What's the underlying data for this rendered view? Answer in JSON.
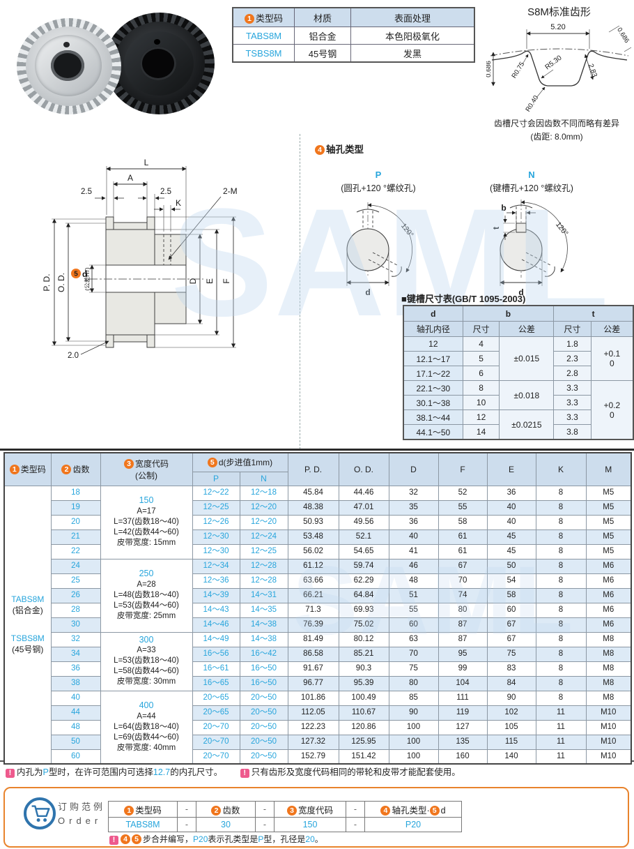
{
  "accent_color": "#27a5dc",
  "badge_color": "#f0761d",
  "watermark": "SAML",
  "spec_table": {
    "badge": "1",
    "headers": [
      "类型码",
      "材质",
      "表面处理"
    ],
    "rows": [
      {
        "code": "TABS8M",
        "material": "铝合金",
        "finish": "本色阳极氧化"
      },
      {
        "code": "TSBS8M",
        "material": "45号钢",
        "finish": "发黑"
      }
    ]
  },
  "tooth_profile": {
    "title": "S8M标准齿形",
    "pitch": "5.20",
    "depth_left": "0.686",
    "depth_right": "0.686",
    "r_top": "R0.75",
    "r_flank": "R5.30",
    "height": "2.83",
    "r_bottom": "R0.40",
    "note1": "齿槽尺寸会因齿数不同而略有差异",
    "note2": "(齿距: 8.0mm)"
  },
  "drawing": {
    "l": "L",
    "a": "A",
    "left_25": "2.5",
    "right_25": "2.5",
    "k": "K",
    "m2": "2-M",
    "pd": "P. D.",
    "od": "O. D.",
    "d_badge": "5",
    "d": "d",
    "d_tol": "(公差H7)",
    "big_d": "D",
    "e": "E",
    "f": "F",
    "chamfer": "2.0"
  },
  "hole_types": {
    "badge": "4",
    "title": "轴孔类型",
    "p_label": "P",
    "p_desc": "(圆孔+120 °螺纹孔)",
    "n_label": "N",
    "n_desc": "(键槽孔+120 °螺纹孔)",
    "angle": "120°",
    "d": "d",
    "b": "b",
    "t": "t"
  },
  "keyway_table": {
    "title": "■键槽尺寸表(GB/T 1095-2003)",
    "col_d": "d",
    "col_d_sub": "轴孔内径",
    "col_b": "b",
    "col_t": "t",
    "col_size": "尺寸",
    "col_tol": "公差",
    "rows": [
      {
        "d": "12",
        "b": "4",
        "t": "1.8"
      },
      {
        "d": "12.1～17",
        "b": "5",
        "t": "2.3"
      },
      {
        "d": "17.1～22",
        "b": "6",
        "t": "2.8"
      },
      {
        "d": "22.1～30",
        "b": "8",
        "t": "3.3"
      },
      {
        "d": "30.1～38",
        "b": "10",
        "t": "3.3"
      },
      {
        "d": "38.1～44",
        "b": "12",
        "t": "3.3"
      },
      {
        "d": "44.1～50",
        "b": "14",
        "t": "3.8"
      }
    ],
    "b_tols": [
      {
        "start": 0,
        "span": 3,
        "v": "±0.015"
      },
      {
        "start": 3,
        "span": 2,
        "v": "±0.018"
      },
      {
        "start": 5,
        "span": 2,
        "v": "±0.0215"
      }
    ],
    "t_tols": [
      {
        "start": 0,
        "span": 3,
        "v1": "+0.1",
        "v2": "0"
      },
      {
        "start": 3,
        "span": 4,
        "v1": "+0.2",
        "v2": "0"
      }
    ]
  },
  "main_table": {
    "headers": {
      "type_badge": "1",
      "type": "类型码",
      "teeth_badge": "2",
      "teeth": "齿数",
      "width_badge": "3",
      "width": "宽度代码",
      "width_sub": "(公制)",
      "d_badge": "5",
      "d": "d(步进值1mm)",
      "p": "P",
      "n": "N",
      "pd": "P. D.",
      "od": "O. D.",
      "big_d": "D",
      "f": "F",
      "e": "E",
      "k": "K",
      "m": "M"
    },
    "type_code_lines": [
      {
        "text": "TABS8M",
        "accent": true
      },
      {
        "text": "(铝合金)"
      },
      {
        "text": "TSBS8M",
        "accent": true,
        "gap": true
      },
      {
        "text": "(45号钢)"
      }
    ],
    "width_groups": [
      {
        "start": 0,
        "rows": 5,
        "code": "150",
        "lines": [
          "A=17",
          "L=37(齿数18～40)",
          "L=42(齿数44～60)",
          "皮带宽度: 15mm"
        ]
      },
      {
        "start": 5,
        "rows": 5,
        "code": "250",
        "lines": [
          "A=28",
          "L=48(齿数18～40)",
          "L=53(齿数44～60)",
          "皮带宽度: 25mm"
        ]
      },
      {
        "start": 10,
        "rows": 4,
        "code": "300",
        "lines": [
          "A=33",
          "L=53(齿数18～40)",
          "L=58(齿数44～60)",
          "皮带宽度: 30mm"
        ]
      },
      {
        "start": 14,
        "rows": 5,
        "code": "400",
        "lines": [
          "A=44",
          "L=64(齿数18～40)",
          "L=69(齿数44～60)",
          "皮带宽度: 40mm"
        ]
      }
    ],
    "rows": [
      {
        "teeth": "18",
        "p": "12～22",
        "n": "12～18",
        "pd": "45.84",
        "od": "44.46",
        "d": "32",
        "f": "52",
        "e": "36",
        "k": "8",
        "m": "M5"
      },
      {
        "teeth": "19",
        "p": "12～25",
        "n": "12～20",
        "pd": "48.38",
        "od": "47.01",
        "d": "35",
        "f": "55",
        "e": "40",
        "k": "8",
        "m": "M5"
      },
      {
        "teeth": "20",
        "p": "12～26",
        "n": "12～20",
        "pd": "50.93",
        "od": "49.56",
        "d": "36",
        "f": "58",
        "e": "40",
        "k": "8",
        "m": "M5"
      },
      {
        "teeth": "21",
        "p": "12～30",
        "n": "12～24",
        "pd": "53.48",
        "od": "52.1",
        "d": "40",
        "f": "61",
        "e": "45",
        "k": "8",
        "m": "M5"
      },
      {
        "teeth": "22",
        "p": "12～30",
        "n": "12～25",
        "pd": "56.02",
        "od": "54.65",
        "d": "41",
        "f": "61",
        "e": "45",
        "k": "8",
        "m": "M5"
      },
      {
        "teeth": "24",
        "p": "12～34",
        "n": "12～28",
        "pd": "61.12",
        "od": "59.74",
        "d": "46",
        "f": "67",
        "e": "50",
        "k": "8",
        "m": "M6"
      },
      {
        "teeth": "25",
        "p": "12～36",
        "n": "12～28",
        "pd": "63.66",
        "od": "62.29",
        "d": "48",
        "f": "70",
        "e": "54",
        "k": "8",
        "m": "M6"
      },
      {
        "teeth": "26",
        "p": "14～39",
        "n": "14～31",
        "pd": "66.21",
        "od": "64.84",
        "d": "51",
        "f": "74",
        "e": "58",
        "k": "8",
        "m": "M6"
      },
      {
        "teeth": "28",
        "p": "14～43",
        "n": "14～35",
        "pd": "71.3",
        "od": "69.93",
        "d": "55",
        "f": "80",
        "e": "60",
        "k": "8",
        "m": "M6"
      },
      {
        "teeth": "30",
        "p": "14～46",
        "n": "14～38",
        "pd": "76.39",
        "od": "75.02",
        "d": "60",
        "f": "87",
        "e": "67",
        "k": "8",
        "m": "M6"
      },
      {
        "teeth": "32",
        "p": "14～49",
        "n": "14～38",
        "pd": "81.49",
        "od": "80.12",
        "d": "63",
        "f": "87",
        "e": "67",
        "k": "8",
        "m": "M8"
      },
      {
        "teeth": "34",
        "p": "16～56",
        "n": "16～42",
        "pd": "86.58",
        "od": "85.21",
        "d": "70",
        "f": "95",
        "e": "75",
        "k": "8",
        "m": "M8"
      },
      {
        "teeth": "36",
        "p": "16～61",
        "n": "16～50",
        "pd": "91.67",
        "od": "90.3",
        "d": "75",
        "f": "99",
        "e": "83",
        "k": "8",
        "m": "M8"
      },
      {
        "teeth": "38",
        "p": "16～65",
        "n": "16～50",
        "pd": "96.77",
        "od": "95.39",
        "d": "80",
        "f": "104",
        "e": "84",
        "k": "8",
        "m": "M8"
      },
      {
        "teeth": "40",
        "p": "20～65",
        "n": "20～50",
        "pd": "101.86",
        "od": "100.49",
        "d": "85",
        "f": "111",
        "e": "90",
        "k": "8",
        "m": "M8"
      },
      {
        "teeth": "44",
        "p": "20～65",
        "n": "20～50",
        "pd": "112.05",
        "od": "110.67",
        "d": "90",
        "f": "119",
        "e": "102",
        "k": "11",
        "m": "M10"
      },
      {
        "teeth": "48",
        "p": "20～70",
        "n": "20～50",
        "pd": "122.23",
        "od": "120.86",
        "d": "100",
        "f": "127",
        "e": "105",
        "k": "11",
        "m": "M10"
      },
      {
        "teeth": "50",
        "p": "20～70",
        "n": "20～50",
        "pd": "127.32",
        "od": "125.95",
        "d": "100",
        "f": "135",
        "e": "115",
        "k": "11",
        "m": "M10"
      },
      {
        "teeth": "60",
        "p": "20～70",
        "n": "20～50",
        "pd": "152.79",
        "od": "151.42",
        "d": "100",
        "f": "160",
        "e": "140",
        "k": "11",
        "m": "M10"
      }
    ]
  },
  "notes": {
    "n1_pre": "内孔为",
    "n1_hl1": "P",
    "n1_mid": "型时，在许可范围内可选择",
    "n1_hl2": "12.7",
    "n1_post": "的内孔尺寸。",
    "n2": "只有齿形及宽度代码相同的带轮和皮带才能配套使用。"
  },
  "order": {
    "title_cn": "订购范例",
    "title_en": "Order",
    "dash": "-",
    "items": [
      {
        "badge": "1",
        "label": "类型码",
        "value": "TABS8M",
        "w": 92
      },
      {
        "badge": "2",
        "label": "齿数",
        "value": "30",
        "w": 78
      },
      {
        "badge": "3",
        "label": "宽度代码",
        "value": "150",
        "w": 96
      },
      {
        "badge": "4",
        "label": "轴孔类型·",
        "badge2": "5",
        "label2": "d",
        "value": "P20",
        "w": 132
      }
    ],
    "note": {
      "b1": "4",
      "b2": "5",
      "pre": "步合并编写，",
      "hl1": "P20",
      "mid1": "表示孔类型是",
      "hl2": "P",
      "mid2": "型，孔径是",
      "hl3": "20",
      "post": "。"
    }
  }
}
